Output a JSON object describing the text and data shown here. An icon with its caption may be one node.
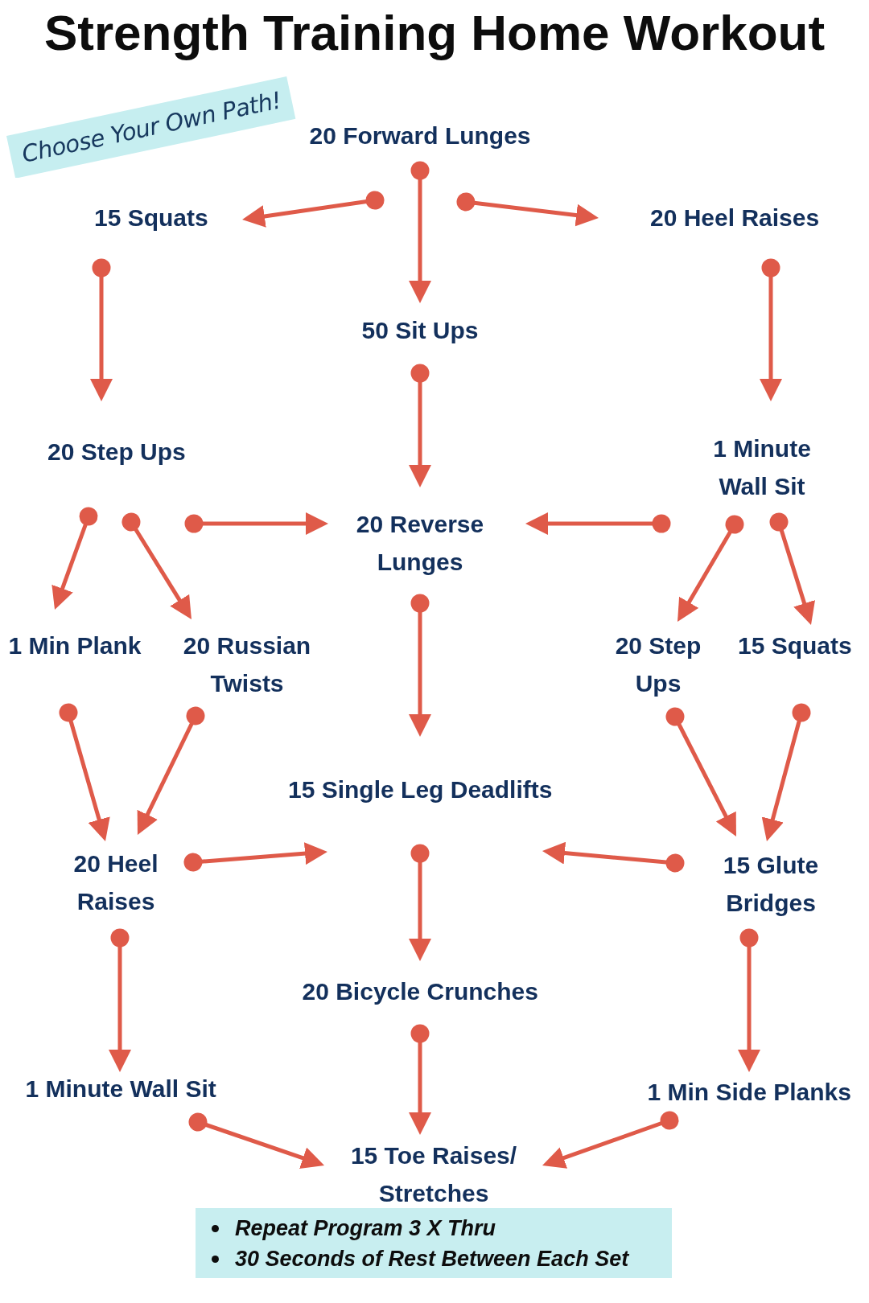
{
  "diagram": {
    "title": "Strength Training Home Workout",
    "nodes": [
      {
        "text": [
          "Choose Your Own Path!"
        ]
      },
      {
        "text": [
          "20 Forward Lunges"
        ]
      },
      {
        "text": [
          "15 Squats"
        ]
      },
      {
        "text": [
          "20 Heel Raises"
        ]
      },
      {
        "text": [
          "50 Sit Ups"
        ]
      },
      {
        "text": [
          "20 Step Ups"
        ]
      },
      {
        "text": [
          "1 Minute Wall Sit"
        ]
      },
      {
        "text": [
          "20 Reverse Lunges"
        ]
      },
      {
        "text": [
          "1 Min Plank"
        ]
      },
      {
        "text": [
          "20 Russian Twists"
        ]
      },
      {
        "text": [
          "20 Step Ups"
        ]
      },
      {
        "text": [
          "15 Squats"
        ]
      },
      {
        "text": [
          "15 Single Leg Deadlifts"
        ]
      },
      {
        "text": [
          "20 Heel Raises"
        ]
      },
      {
        "text": [
          "15 Glute Bridges"
        ]
      },
      {
        "text": [
          "20 Bicycle Crunches"
        ]
      },
      {
        "text": [
          "1 Minute Wall Sit"
        ]
      },
      {
        "text": [
          "1 Min Side Planks"
        ]
      },
      {
        "text": [
          "15 Toe Raises/ Stretches"
        ]
      },
      {
        "text": [
          "Repeat Program 3 X Thru",
          "30 Seconds of Rest Between Each Set"
        ]
      }
    ],
    "edges": [
      {
        "from": 1,
        "to": 2,
        "arrow": "to"
      },
      {
        "from": 1,
        "to": 4,
        "arrow": "to"
      },
      {
        "from": 1,
        "to": 3,
        "arrow": "to"
      },
      {
        "from": 2,
        "to": 5,
        "arrow": "to"
      },
      {
        "from": 3,
        "to": 6,
        "arrow": "to"
      },
      {
        "from": 4,
        "to": 7,
        "arrow": "to"
      },
      {
        "from": 5,
        "to": 8,
        "arrow": "to"
      },
      {
        "from": 5,
        "to": 9,
        "arrow": "to"
      },
      {
        "from": 5,
        "to": 7,
        "arrow": "to"
      },
      {
        "from": 6,
        "to": 7,
        "arrow": "to"
      },
      {
        "from": 6,
        "to": 10,
        "arrow": "to"
      },
      {
        "from": 6,
        "to": 11,
        "arrow": "to"
      },
      {
        "from": 7,
        "to": 12,
        "arrow": "to"
      },
      {
        "from": 8,
        "to": 13,
        "arrow": "to"
      },
      {
        "from": 9,
        "to": 13,
        "arrow": "to"
      },
      {
        "from": 10,
        "to": 14,
        "arrow": "to"
      },
      {
        "from": 11,
        "to": 14,
        "arrow": "to"
      },
      {
        "from": 13,
        "to": 12,
        "arrow": "to"
      },
      {
        "from": 14,
        "to": 12,
        "arrow": "to"
      },
      {
        "from": 12,
        "to": 15,
        "arrow": "to"
      },
      {
        "from": 13,
        "to": 16,
        "arrow": "to"
      },
      {
        "from": 14,
        "to": 17,
        "arrow": "to"
      },
      {
        "from": 15,
        "to": 18,
        "arrow": "to"
      },
      {
        "from": 16,
        "to": 18,
        "arrow": "to"
      },
      {
        "from": 17,
        "to": 18,
        "arrow": "to"
      }
    ]
  }
}
